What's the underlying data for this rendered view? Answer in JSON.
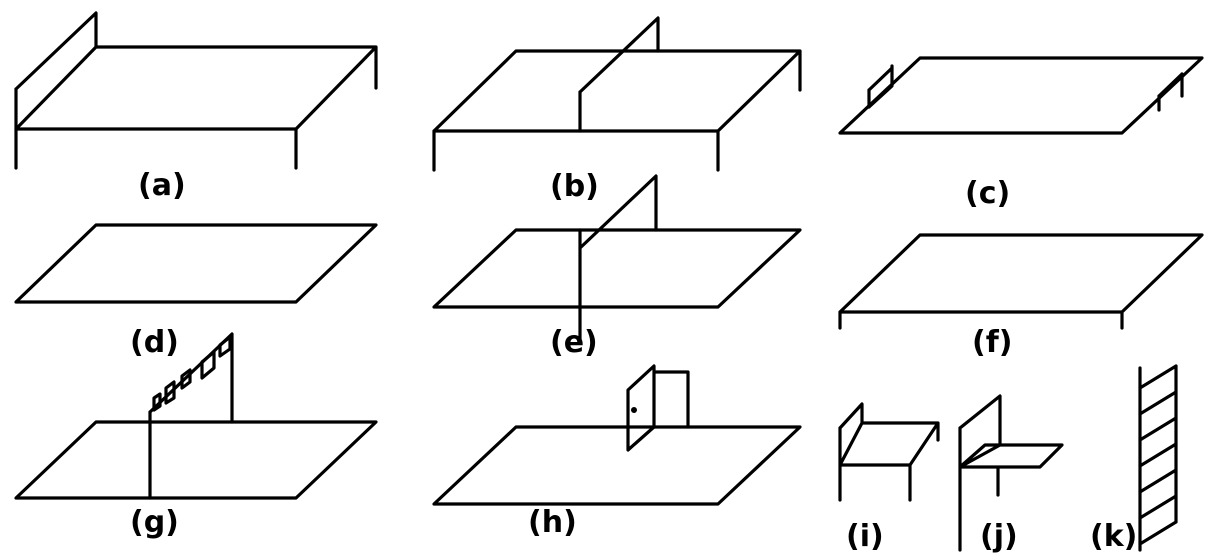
{
  "figures": [
    {
      "id": "a",
      "label": "(a)"
    },
    {
      "id": "b",
      "label": "(b)"
    },
    {
      "id": "c",
      "label": "(c)"
    },
    {
      "id": "d",
      "label": "(d)"
    },
    {
      "id": "e",
      "label": "(e)"
    },
    {
      "id": "f",
      "label": "(f)"
    },
    {
      "id": "g",
      "label": "(g)"
    },
    {
      "id": "h",
      "label": "(h)"
    },
    {
      "id": "i",
      "label": "(i)"
    },
    {
      "id": "j",
      "label": "(j)"
    },
    {
      "id": "k",
      "label": "(k)"
    }
  ]
}
